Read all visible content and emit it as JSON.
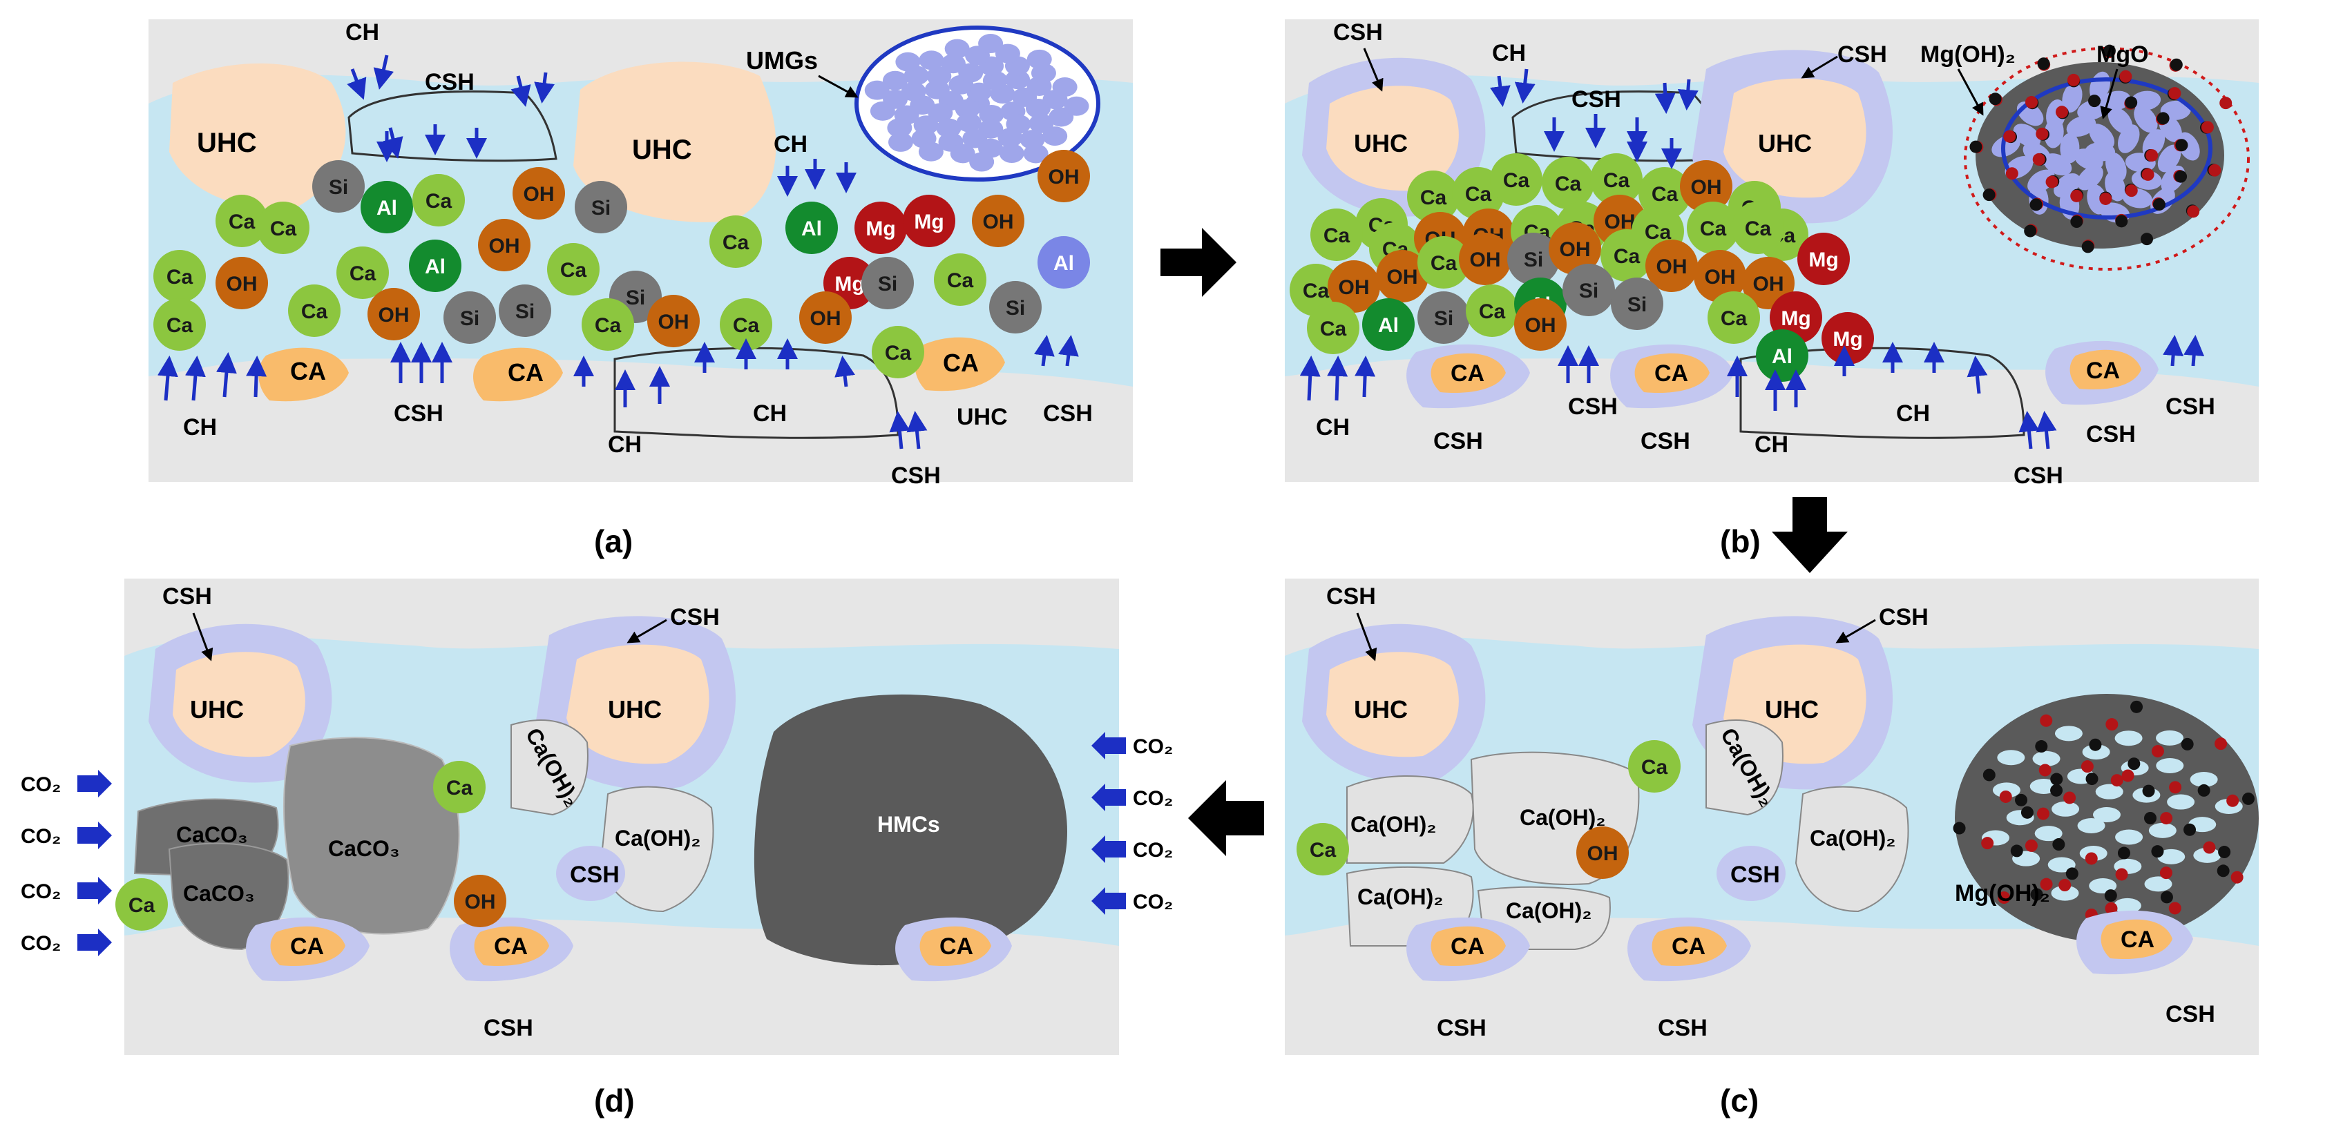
{
  "panels": {
    "a": {
      "caption": "(a)",
      "labels": {
        "ch": "CH",
        "csh": "CSH",
        "uhc": "UHC",
        "ca": "CA",
        "umgs": "UMGs"
      },
      "particles": {
        "ca": "Ca",
        "oh": "OH",
        "si": "Si",
        "al": "Al",
        "mg": "Mg"
      }
    },
    "b": {
      "caption": "(b)",
      "labels": {
        "ch": "CH",
        "csh": "CSH",
        "uhc": "UHC",
        "ca": "CA",
        "mgoh2": "Mg(OH)₂",
        "mgo": "MgO"
      },
      "particles": {
        "ca": "Ca",
        "oh": "OH",
        "si": "Si",
        "al": "Al",
        "mg": "Mg"
      }
    },
    "c": {
      "caption": "(c)",
      "labels": {
        "csh": "CSH",
        "uhc": "UHC",
        "ca": "CA",
        "caoh2": "Ca(OH)₂",
        "mgoh2": "Mg(OH)₂"
      },
      "particles": {
        "ca": "Ca",
        "oh": "OH"
      }
    },
    "d": {
      "caption": "(d)",
      "labels": {
        "csh": "CSH",
        "uhc": "UHC",
        "ca": "CA",
        "caoh2": "Ca(OH)₂",
        "caco3": "CaCO₃",
        "hmcs": "HMCs",
        "co2": "CO₂"
      },
      "particles": {
        "ca": "Ca",
        "oh": "OH"
      }
    }
  },
  "colors": {
    "matrix": "#e6e6e6",
    "pore_solution": "#c6e6f2",
    "uhc": "#fbdcbf",
    "csh_rim": "#c3c7f0",
    "ca_grain": "#f9bb6b",
    "ca_ion": "#8cc63f",
    "oh_ion": "#c4640e",
    "si_ion": "#777777",
    "al_ion": "#138b2e",
    "mg_ion": "#b31417",
    "arrow": "#1c2fc4",
    "hydrate_dark": "#555555"
  }
}
